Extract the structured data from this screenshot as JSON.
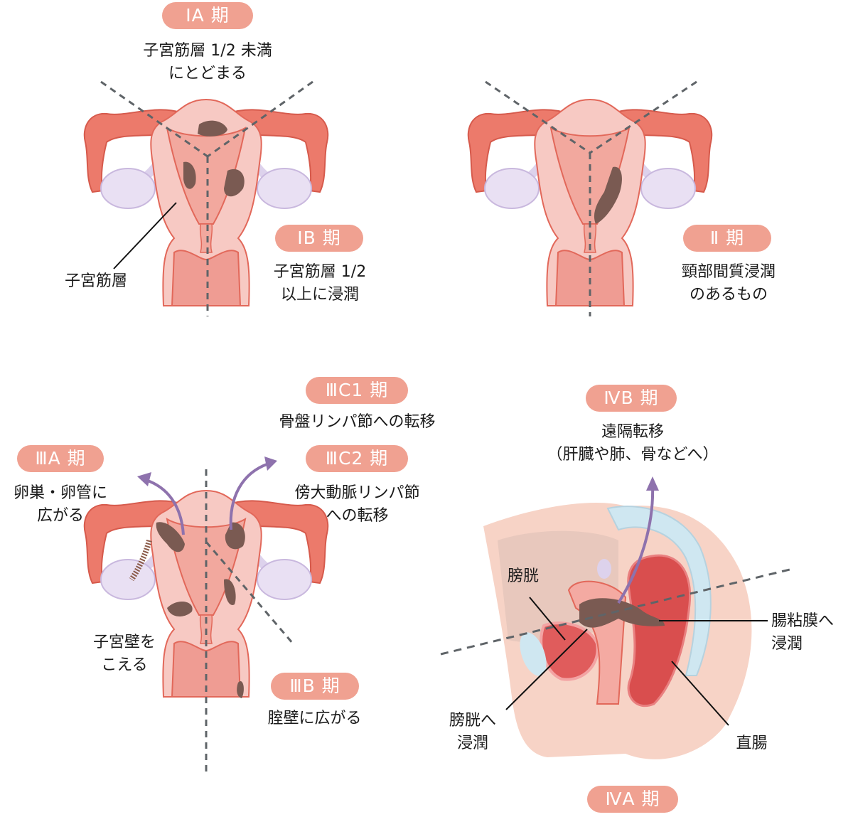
{
  "colors": {
    "badge_bg": "#f0a191",
    "badge_text": "#ffffff",
    "uterus_outer": "#f7c9c3",
    "uterus_wall": "#f2a89e",
    "uterus_edge": "#e2685a",
    "tube": "#ec7a6b",
    "ovary": "#e7def2",
    "tumor": "#7a5a52",
    "arrow": "#8e72ad",
    "dash": "#5f6468",
    "bone": "#cfe7f1"
  },
  "panels": {
    "stage_ia": {
      "badge": "ⅠA 期",
      "description": "子宮筋層 1/2 未満\nにとどまる"
    },
    "stage_ib": {
      "badge": "ⅠB 期",
      "description": "子宮筋層 1/2\n以上に浸潤"
    },
    "myometrium_label": "子宮筋層",
    "stage_ii": {
      "badge": "Ⅱ 期",
      "description": "頸部間質浸潤\nのあるもの"
    },
    "stage_iiia": {
      "badge": "ⅢA 期",
      "description": "卵巣・卵管に\n広がる"
    },
    "stage_iiic1": {
      "badge": "ⅢC1 期",
      "description": "骨盤リンパ節への転移"
    },
    "stage_iiic2": {
      "badge": "ⅢC2 期",
      "description": "傍大動脈リンパ節\nへの転移"
    },
    "beyond_wall_label": "子宮壁を\nこえる",
    "stage_iiib": {
      "badge": "ⅢB 期",
      "description": "腟壁に広がる"
    },
    "stage_ivb": {
      "badge": "ⅣB 期",
      "description": "遠隔転移\n（肝臓や肺、骨などへ）"
    },
    "sagittal": {
      "bladder_label": "膀胱",
      "bladder_invasion_label": "膀胱へ\n浸潤",
      "bowel_mucosa_label": "腸粘膜へ\n浸潤",
      "rectum_label": "直腸"
    },
    "stage_iva": {
      "badge": "ⅣA 期"
    }
  }
}
